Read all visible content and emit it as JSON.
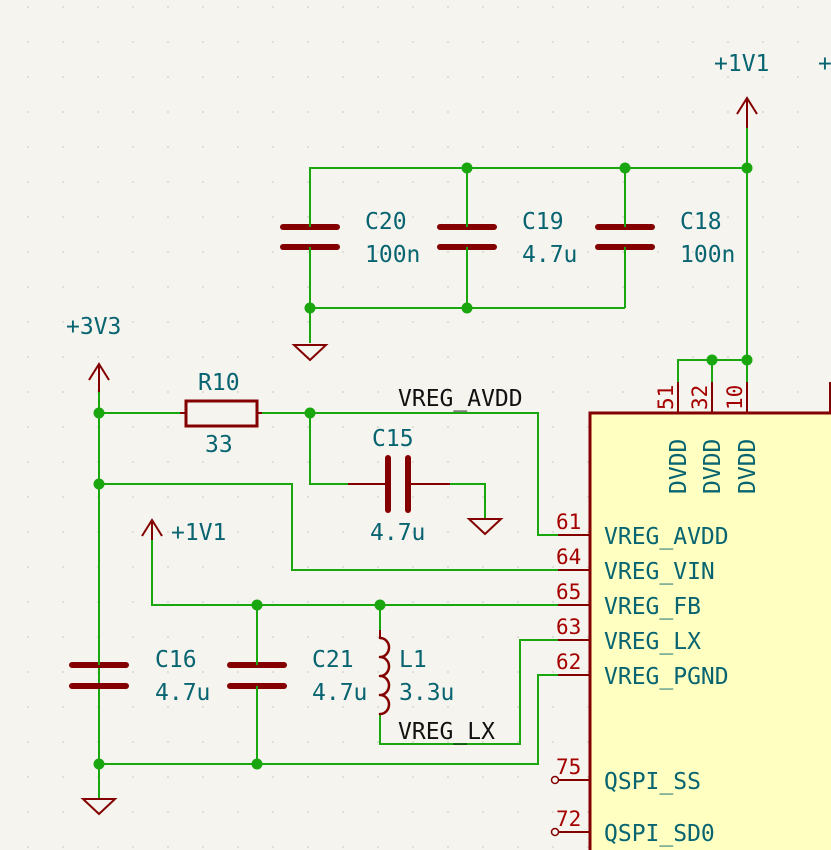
{
  "colors": {
    "background": "#f5f4ef",
    "wire": "#1aa60f",
    "symbol": "#840000",
    "ic_fill": "#ffffc2",
    "ref_text": "#076470",
    "label_text": "#111111",
    "pin_number": "#a50000"
  },
  "power": {
    "v11_top": "+1V1",
    "v11_top_clip": "+",
    "v33": "+3V3",
    "v11_left": "+1V1"
  },
  "caps": {
    "c20": {
      "ref": "C20",
      "value": "100n"
    },
    "c19": {
      "ref": "C19",
      "value": "4.7u"
    },
    "c18": {
      "ref": "C18",
      "value": "100n"
    },
    "c15": {
      "ref": "C15",
      "value": "4.7u"
    },
    "c16": {
      "ref": "C16",
      "value": "4.7u"
    },
    "c21": {
      "ref": "C21",
      "value": "4.7u"
    }
  },
  "resistor": {
    "ref": "R10",
    "value": "33"
  },
  "inductor": {
    "ref": "L1",
    "value": "3.3u"
  },
  "net_labels": {
    "vreg_avdd": "VREG_AVDD",
    "vreg_lx": "VREG_LX"
  },
  "ic": {
    "top_pins": [
      {
        "number": "51",
        "name": "DVDD"
      },
      {
        "number": "32",
        "name": "DVDD"
      },
      {
        "number": "10",
        "name": "DVDD"
      }
    ],
    "left_pins": [
      {
        "number": "61",
        "name": "VREG_AVDD"
      },
      {
        "number": "64",
        "name": "VREG_VIN"
      },
      {
        "number": "65",
        "name": "VREG_FB"
      },
      {
        "number": "63",
        "name": "VREG_LX"
      },
      {
        "number": "62",
        "name": "VREG_PGND"
      },
      {
        "number": "75",
        "name": "QSPI_SS"
      },
      {
        "number": "72",
        "name": "QSPI_SD0"
      }
    ]
  }
}
